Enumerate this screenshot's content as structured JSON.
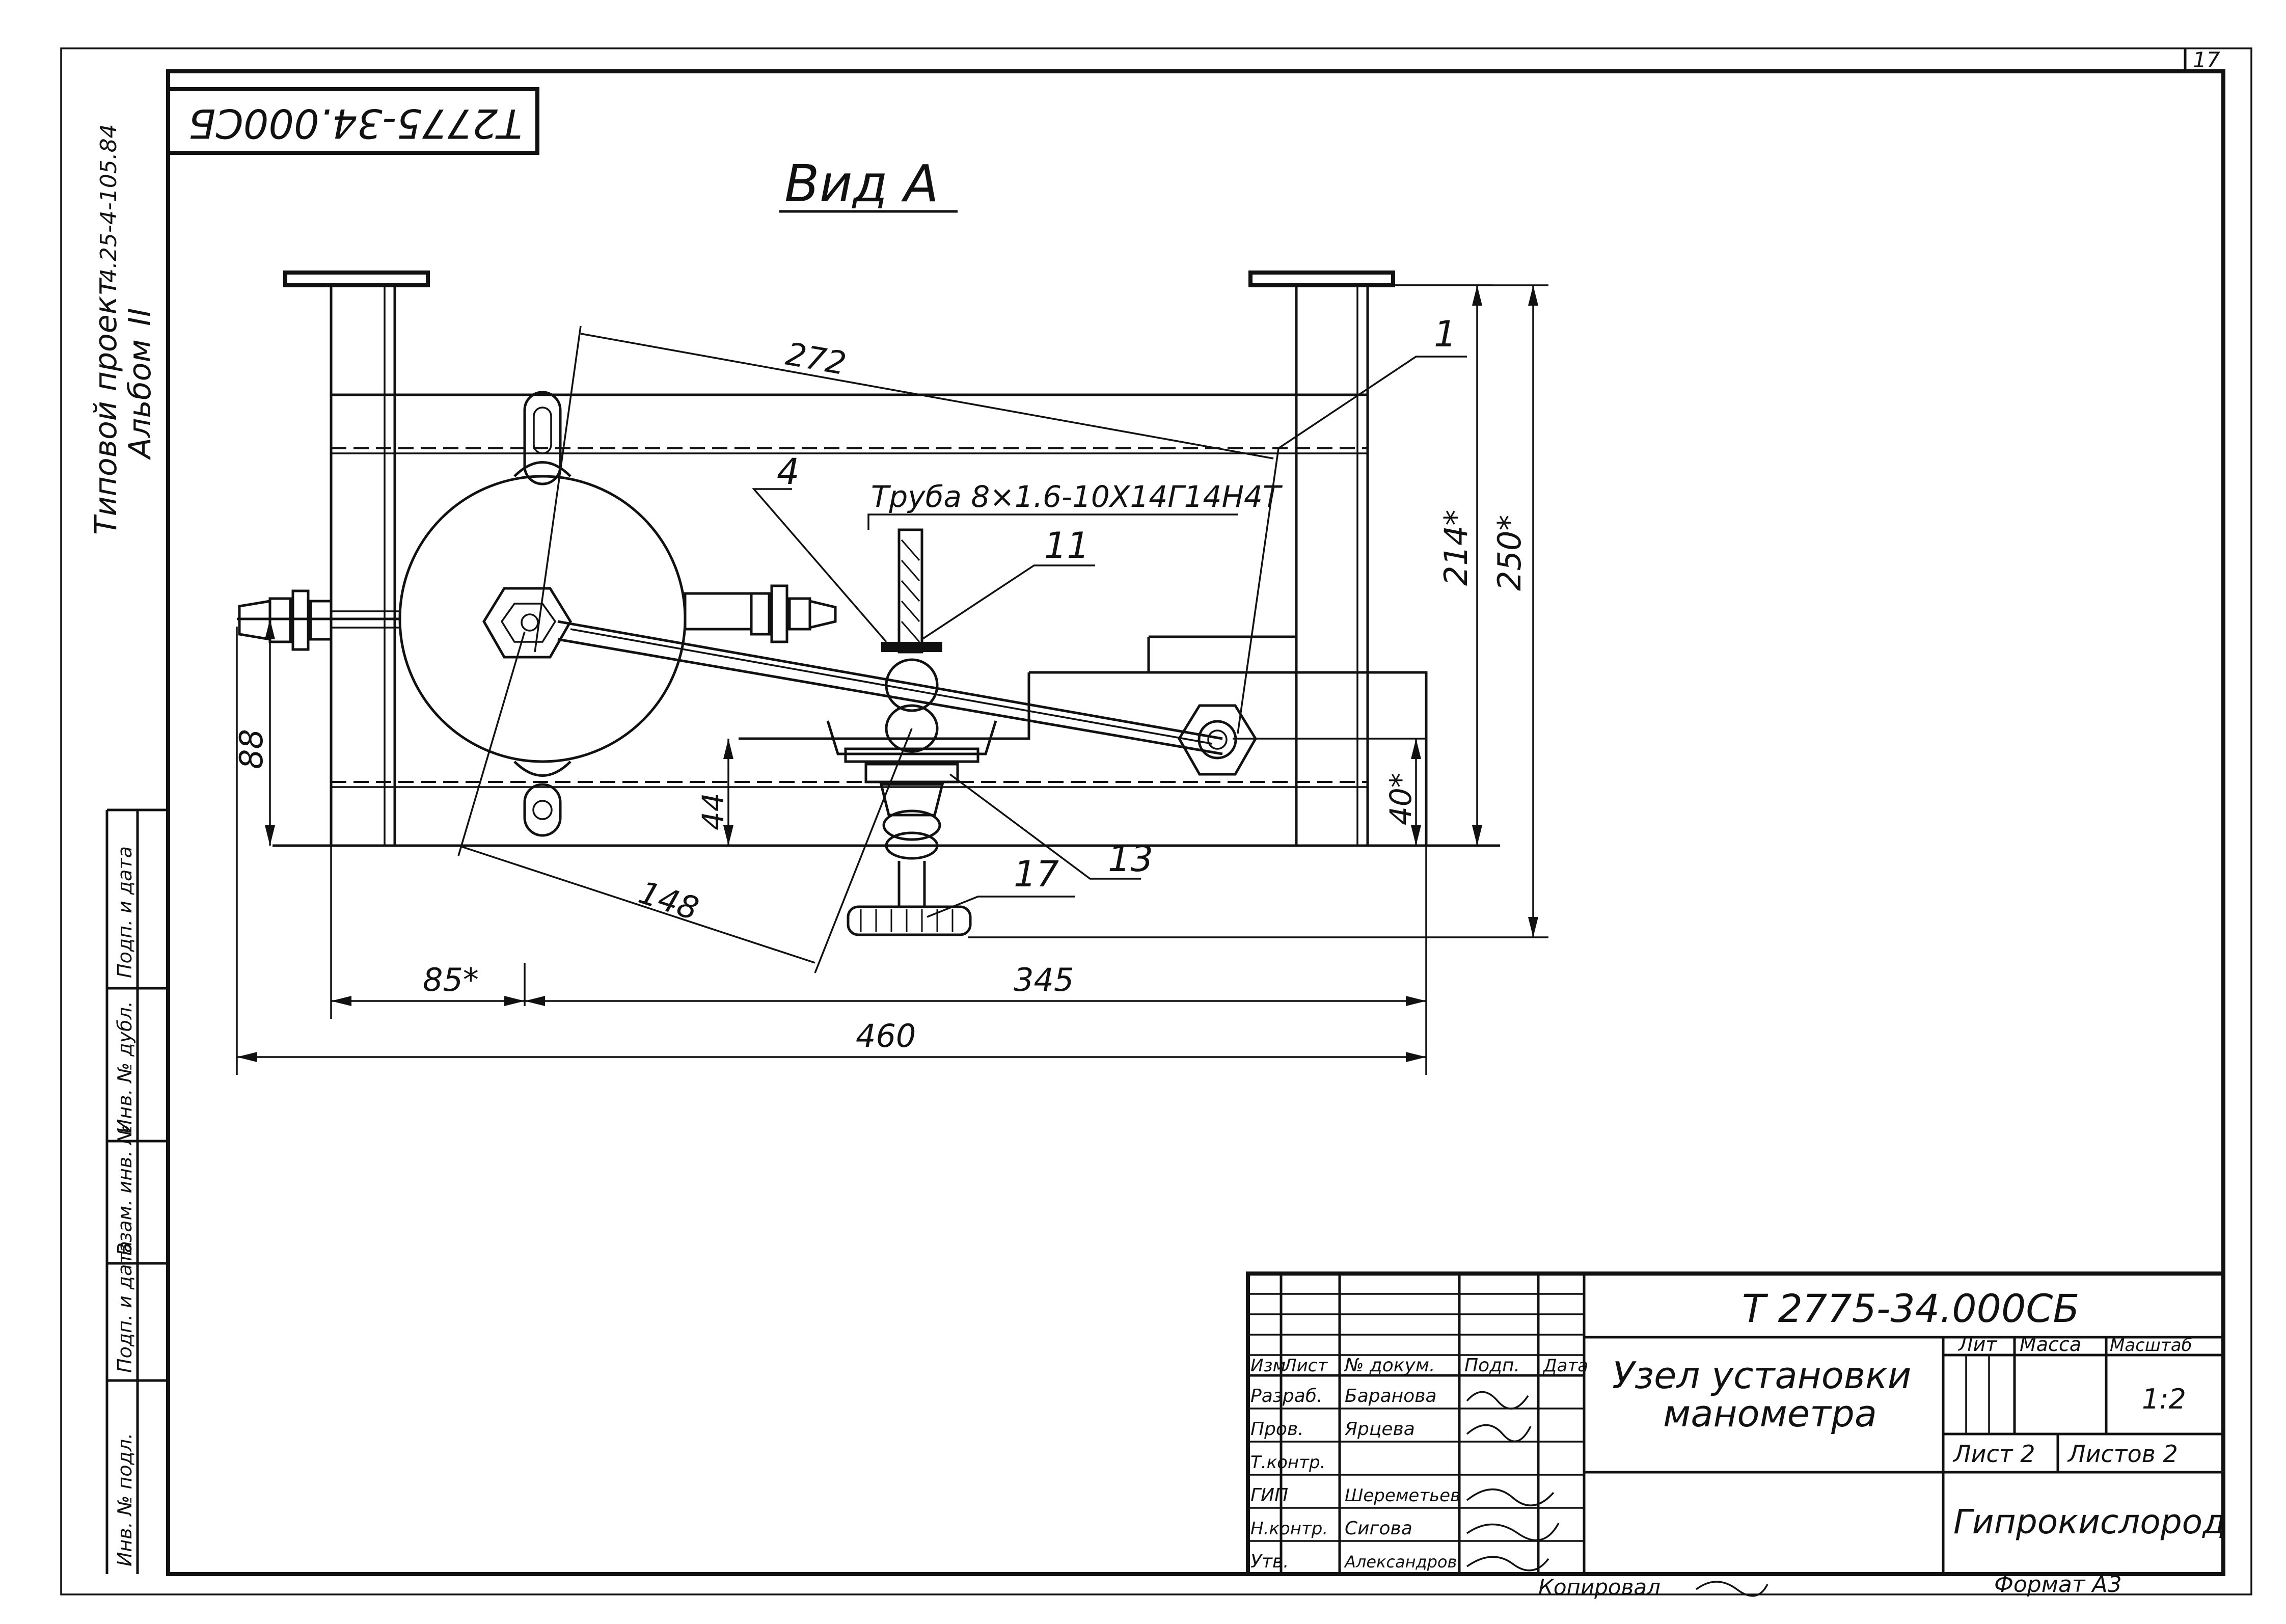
{
  "sheet": {
    "sheet_corner_number": "17",
    "rotated_designation": "Т2775-34.000СБ",
    "view_label": "Вид А",
    "side_note_line1": "Типовой проект",
    "side_note_project": "4.25-4-105.84",
    "side_note_line2": "Альбом",
    "side_note_album": "II"
  },
  "drawing": {
    "leaders": [
      {
        "id": "pos-1",
        "label": "1"
      },
      {
        "id": "pos-4",
        "label": "4"
      },
      {
        "id": "pos-11",
        "label": "11"
      },
      {
        "id": "pos-13",
        "label": "13"
      },
      {
        "id": "pos-17",
        "label": "17"
      }
    ],
    "pipe_note": "Труба 8×1.6-10Х14Г14Н4Т",
    "dimensions": {
      "d272": "272",
      "d148": "148",
      "d214": "214*",
      "d250": "250*",
      "d88": "88",
      "d44": "44",
      "d40": "40*",
      "d85": "85*",
      "d345": "345",
      "d460": "460"
    }
  },
  "left_strip": {
    "cells": [
      "Подп. и дата",
      "Инв. № дубл.",
      "Взам. инв. №",
      "Подп. и дата",
      "Инв. № подл."
    ]
  },
  "title_block": {
    "designation": "Т 2775-34.000СБ",
    "name_line1": "Узел установки",
    "name_line2": "манометра",
    "headers": {
      "izm": "Изм",
      "list": "Лист",
      "doc": "№ докум.",
      "sign": "Подп.",
      "date": "Дата"
    },
    "roles": [
      {
        "role": "Разраб.",
        "name": "Баранова"
      },
      {
        "role": "Пров.",
        "name": "Ярцева"
      },
      {
        "role": "Т.контр.",
        "name": ""
      },
      {
        "role": "ГИП",
        "name": "Шереметьев"
      },
      {
        "role": "Н.контр.",
        "name": "Сигова"
      },
      {
        "role": "Утв.",
        "name": "Александров"
      }
    ],
    "lit_label": "Лит",
    "mass_label": "Масса",
    "scale_label": "Масштаб",
    "scale_value": "1:2",
    "sheet_label": "Лист 2",
    "sheets_label": "Листов 2",
    "organization": "Гипрокислород",
    "copied_label": "Копировал",
    "format_label": "Формат А3"
  }
}
